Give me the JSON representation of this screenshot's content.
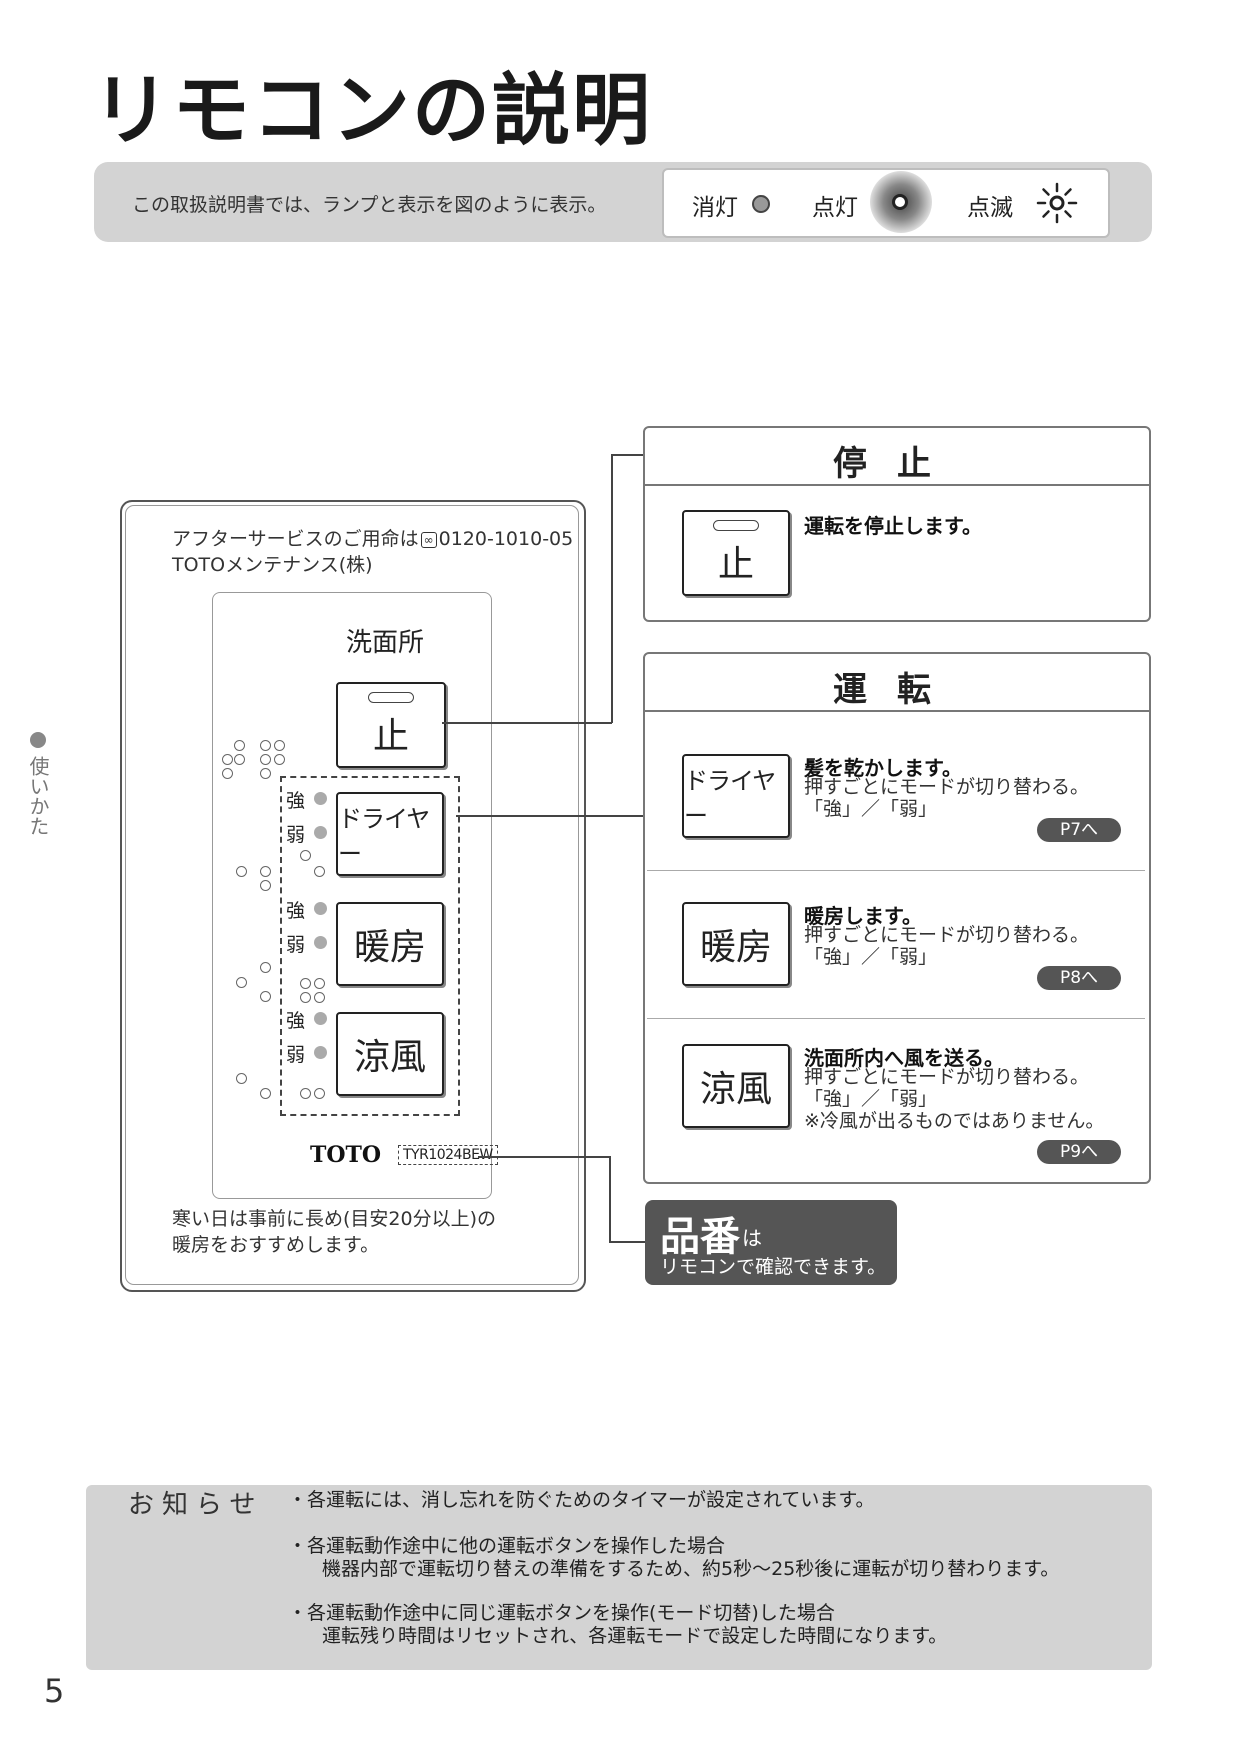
{
  "page_title": "リモコンの説明",
  "legend": {
    "text": "この取扱説明書では、ランプと表示を図のように表示。",
    "off": "消灯",
    "on": "点灯",
    "blink": "点滅"
  },
  "remote": {
    "service_line1": "アフターサービスのご用命は",
    "service_phone": "0120-1010-05",
    "service_line2": "TOTOメンテナンス(株)",
    "panel_title": "洗面所",
    "stop_btn": "止",
    "dryer_btn": "ドライヤー",
    "heat_btn": "暖房",
    "cool_btn": "涼風",
    "strong": "強",
    "weak": "弱",
    "brand": "TOTO",
    "model": "TYR1024BEW",
    "note_line1": "寒い日は事前に長め(目安20分以上)の",
    "note_line2": "暖房をおすすめします。"
  },
  "stop_section": {
    "header": "停止",
    "btn": "止",
    "desc": "運転を停止します。"
  },
  "run_section": {
    "header": "運転",
    "items": [
      {
        "btn": "ドライヤー",
        "title": "髪を乾かします。",
        "line1": "押すごとにモードが切り替わる。",
        "line2": "「強」／「弱」",
        "line3": "",
        "page": "P7へ"
      },
      {
        "btn": "暖房",
        "title": "暖房します。",
        "line1": "押すごとにモードが切り替わる。",
        "line2": "「強」／「弱」",
        "line3": "",
        "page": "P8へ"
      },
      {
        "btn": "涼風",
        "title": "洗面所内へ風を送る。",
        "line1": "押すごとにモードが切り替わる。",
        "line2": "「強」／「弱」",
        "line3": "※冷風が出るものではありません。",
        "page": "P9へ"
      }
    ]
  },
  "hinban": {
    "big": "品番",
    "small": "は",
    "line2": "リモコンで確認できます。"
  },
  "notice": {
    "heading": "お知らせ",
    "b1": "・各運転には、消し忘れを防ぐためのタイマーが設定されています。",
    "b2": "・各運転動作途中に他の運転ボタンを操作した場合",
    "b2_sub": "機器内部で運転切り替えの準備をするため、約5秒〜25秒後に運転が切り替わります。",
    "b3": "・各運転動作途中に同じ運転ボタンを操作(モード切替)した場合",
    "b3_sub": "運転残り時間はリセットされ、各運転モードで設定した時間になります。"
  },
  "side_tab": "使いかた",
  "page_number": "5"
}
